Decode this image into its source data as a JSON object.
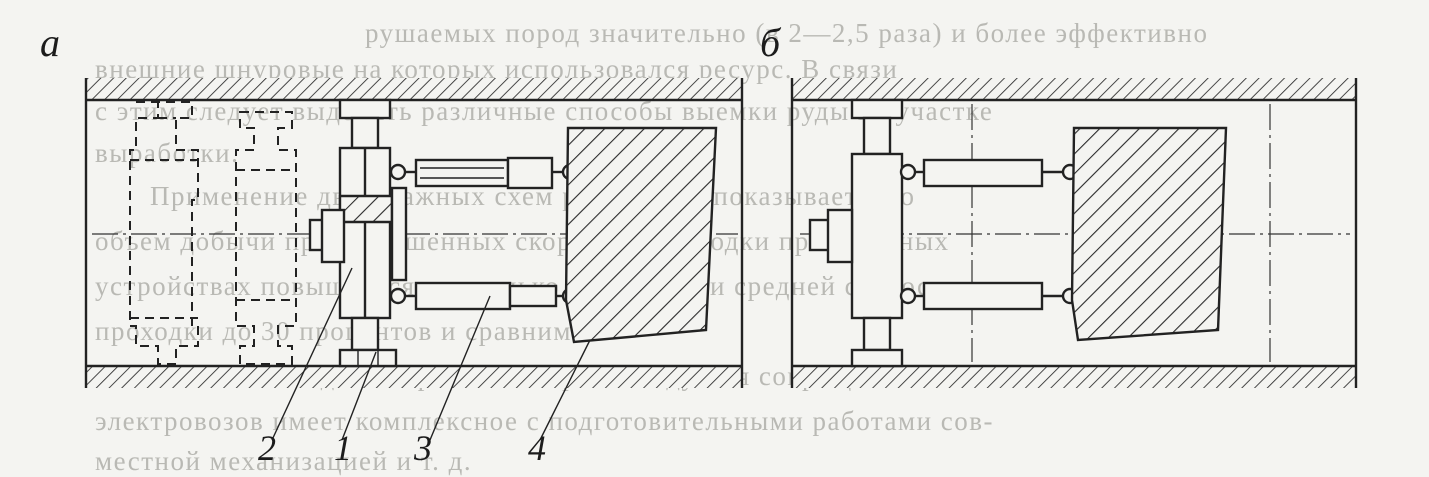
{
  "figure": {
    "panels": [
      {
        "id": "a",
        "label": "а"
      },
      {
        "id": "b",
        "label": "б"
      }
    ],
    "part_labels": [
      "2",
      "1",
      "3",
      "4"
    ],
    "background_text_lines": [
      "рушаемых пород значительно (в 2—2,5 раза) и более эффективно",
      "внешние шнуровые на которых использовался ресурс. В связи",
      "с этим следует выделить различные способы выемки руды на участке",
      "выработки.",
      "Применение двухэтажных схем разработки показывает, что",
      "объем добычи при повышенных скоростях проходки при обычных",
      "устройствах повышается на сколько процентов и средней скоростью",
      "проходки до 30 процентов и сравнимых",
      "Однако при этом не рекомендуется сокращать",
      "электровозов имеет комплексное с подготовительными работами сов-",
      "местной механизацией и т. д."
    ]
  }
}
